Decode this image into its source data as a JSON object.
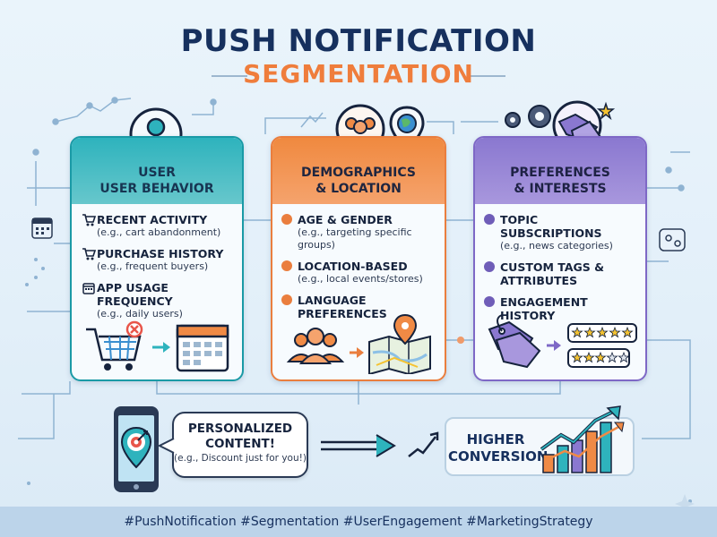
{
  "title": "PUSH NOTIFICATION",
  "subtitle": "SEGMENTATION",
  "cards": {
    "behavior": {
      "heading_line1": "USER",
      "heading_line2": "USER BEHAVIOR",
      "items": [
        {
          "title": "RECENT ACTIVITY",
          "sub": "(e.g., cart abandonment)"
        },
        {
          "title": "PURCHASE HISTORY",
          "sub": "(e.g., frequent buyers)"
        },
        {
          "title": "APP USAGE FREQUENCY",
          "sub": "(e.g., daily users)"
        }
      ]
    },
    "demographics": {
      "heading_line1": "DEMOGRAPHICS",
      "heading_line2": "& LOCATION",
      "items": [
        {
          "title": "AGE & GENDER",
          "sub": "(e.g., targeting specific groups)"
        },
        {
          "title": "LOCATION-BASED",
          "sub": "(e.g., local events/stores)"
        },
        {
          "title": "LANGUAGE",
          "sub": "PREFERENCES"
        }
      ]
    },
    "preferences": {
      "heading_line1": "PREFERENCES",
      "heading_line2": "& INTERESTS",
      "items": [
        {
          "title": "TOPIC SUBSCRIPTIONS",
          "sub": "(e.g., news categories)"
        },
        {
          "title": "CUSTOM TAGS &",
          "sub": "ATTRIBUTES"
        },
        {
          "title": "ENGAGEMENT HISTORY",
          "sub": ""
        }
      ]
    }
  },
  "personalized": {
    "line1": "PERSONALIZED",
    "line2": "CONTENT!",
    "example": "(e.g., Discount just for you!)"
  },
  "conversion": {
    "line1": "HIGHER",
    "line2": "CONVERSION"
  },
  "footer": "#PushNotification #Segmentation #UserEngagement #MarketingStrategy",
  "colors": {
    "title": "#16305e",
    "subtitle": "#ef7d3c",
    "teal": "#1a9aa6",
    "orange": "#ea7e3e",
    "purple": "#7e68c6"
  },
  "icons": {
    "behavior_card": "user-pointer-icon",
    "demographics_card": "group-location-icon",
    "preferences_card": "gears-tags-icon",
    "phone": "phone-target-icon",
    "chart": "growth-chart-icon"
  }
}
